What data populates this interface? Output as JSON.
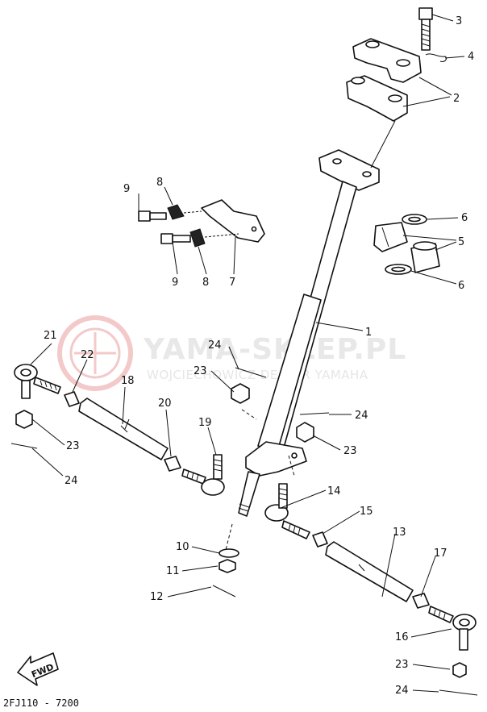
{
  "watermark": {
    "brand": "YAMA-SKLEP.PL",
    "tagline": "WOJCIECHOWICZ DEALER YAMAHA"
  },
  "diagram_code": "2FJ110 - 7200",
  "fwd_label": "FWD",
  "callouts": {
    "c1": "1",
    "c2": "2",
    "c3": "3",
    "c4": "4",
    "c5": "5",
    "c6a": "6",
    "c6b": "6",
    "c7": "7",
    "c8a": "8",
    "c8b": "8",
    "c9a": "9",
    "c9b": "9",
    "c10": "10",
    "c11": "11",
    "c12": "12",
    "c13": "13",
    "c14": "14",
    "c15": "15",
    "c16": "16",
    "c17": "17",
    "c18": "18",
    "c19": "19",
    "c20": "20",
    "c21": "21",
    "c22": "22",
    "c23a": "23",
    "c23b": "23",
    "c23c": "23",
    "c23d": "23",
    "c24a": "24",
    "c24b": "24",
    "c24c": "24",
    "c24d": "24"
  }
}
